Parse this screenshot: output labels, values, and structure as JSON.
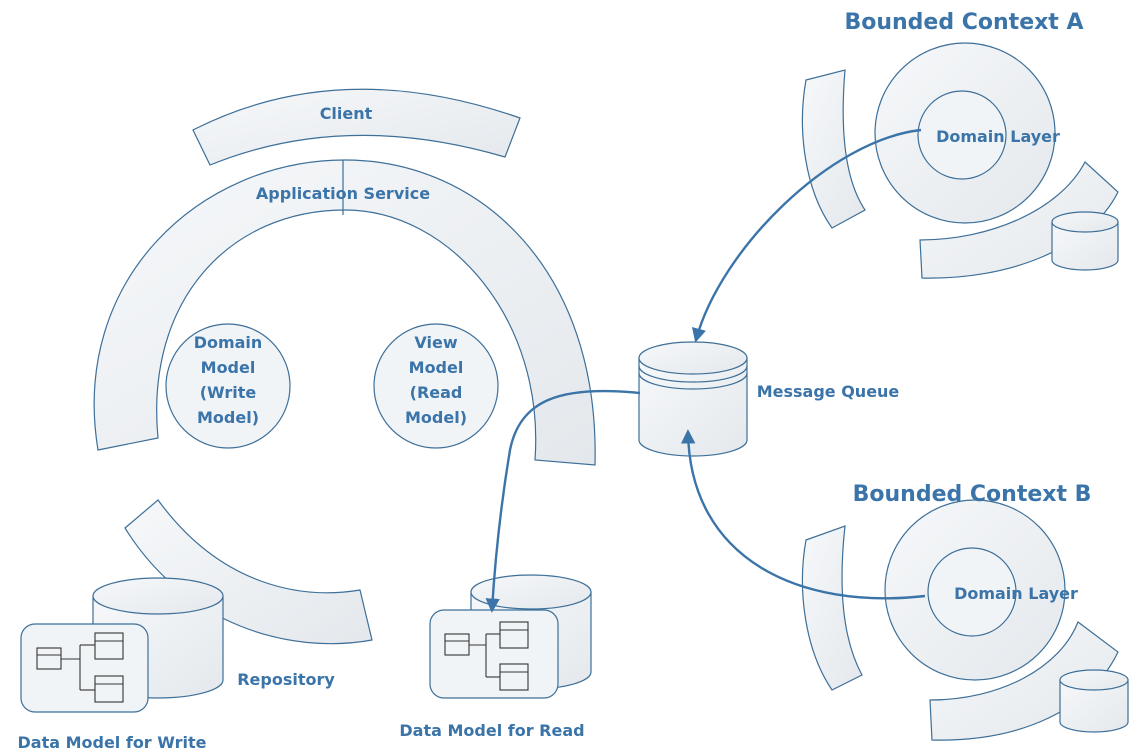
{
  "labels": {
    "client": "Client",
    "application_service": "Application Service",
    "domain_model": [
      "Domain",
      "Model",
      "(Write",
      "Model)"
    ],
    "view_model": [
      "View",
      "Model",
      "(Read",
      "Model)"
    ],
    "repository": "Repository",
    "data_model_write": "Data Model for Write",
    "data_model_read": "Data Model for Read",
    "message_queue": "Message Queue",
    "bounded_context_a": "Bounded Context A",
    "bounded_context_b": "Bounded Context B",
    "domain_layer_a": "Domain Layer",
    "domain_layer_b": "Domain Layer"
  },
  "colors": {
    "label": "#3b74a8",
    "stroke": "#3d6f98",
    "fill_light": "#f4f6f8",
    "fill_dark": "#e6eaee",
    "arrow": "#3b74a8"
  }
}
